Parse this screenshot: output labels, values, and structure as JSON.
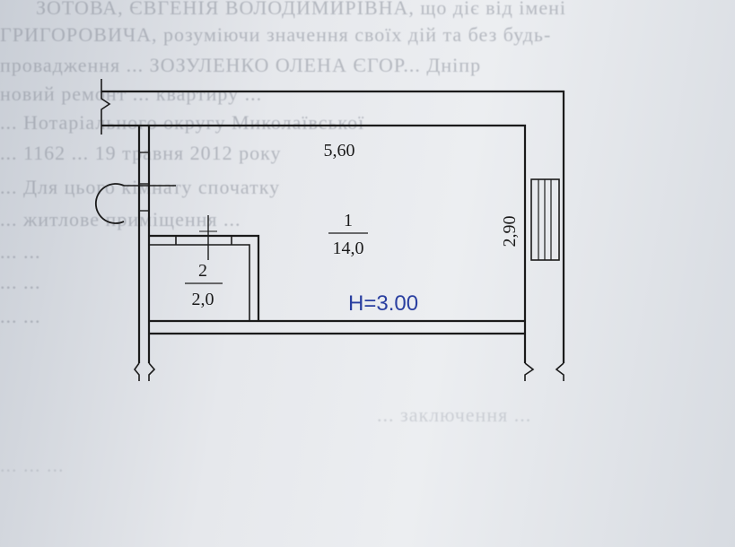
{
  "background_text": [
    "ЗОТОВА, ЄВГЕНІЯ ВОЛОДИМИРІВНА, що діє від імені",
    "ГРИГОРОВИЧА, розуміючи значення своїх дій та без будь-",
    "провадження ... ЗОЗУЛЕНКО ОЛЕНА ЄГОР... Дніпр",
    "новий ремонт ... квартиру ...",
    "... Нотаріального округу Миколаївської",
    "... 1162 ... 19 травня 2012 року",
    "... Для цього кімнату спочатку",
    "... житлове приміщення ...",
    "... ...",
    "... ...",
    "... ...",
    "... заключення ...",
    "... ... ..."
  ],
  "plan": {
    "room_1": {
      "number": "1",
      "area": "14,0"
    },
    "room_2": {
      "number": "2",
      "area": "2,0"
    },
    "dim_top": "5,60",
    "dim_right": "2,90",
    "height_note": "H=3.00"
  },
  "colors": {
    "ink": "#1b1b1b",
    "pen": "#2a3fa0",
    "paper": "#eceef1"
  }
}
